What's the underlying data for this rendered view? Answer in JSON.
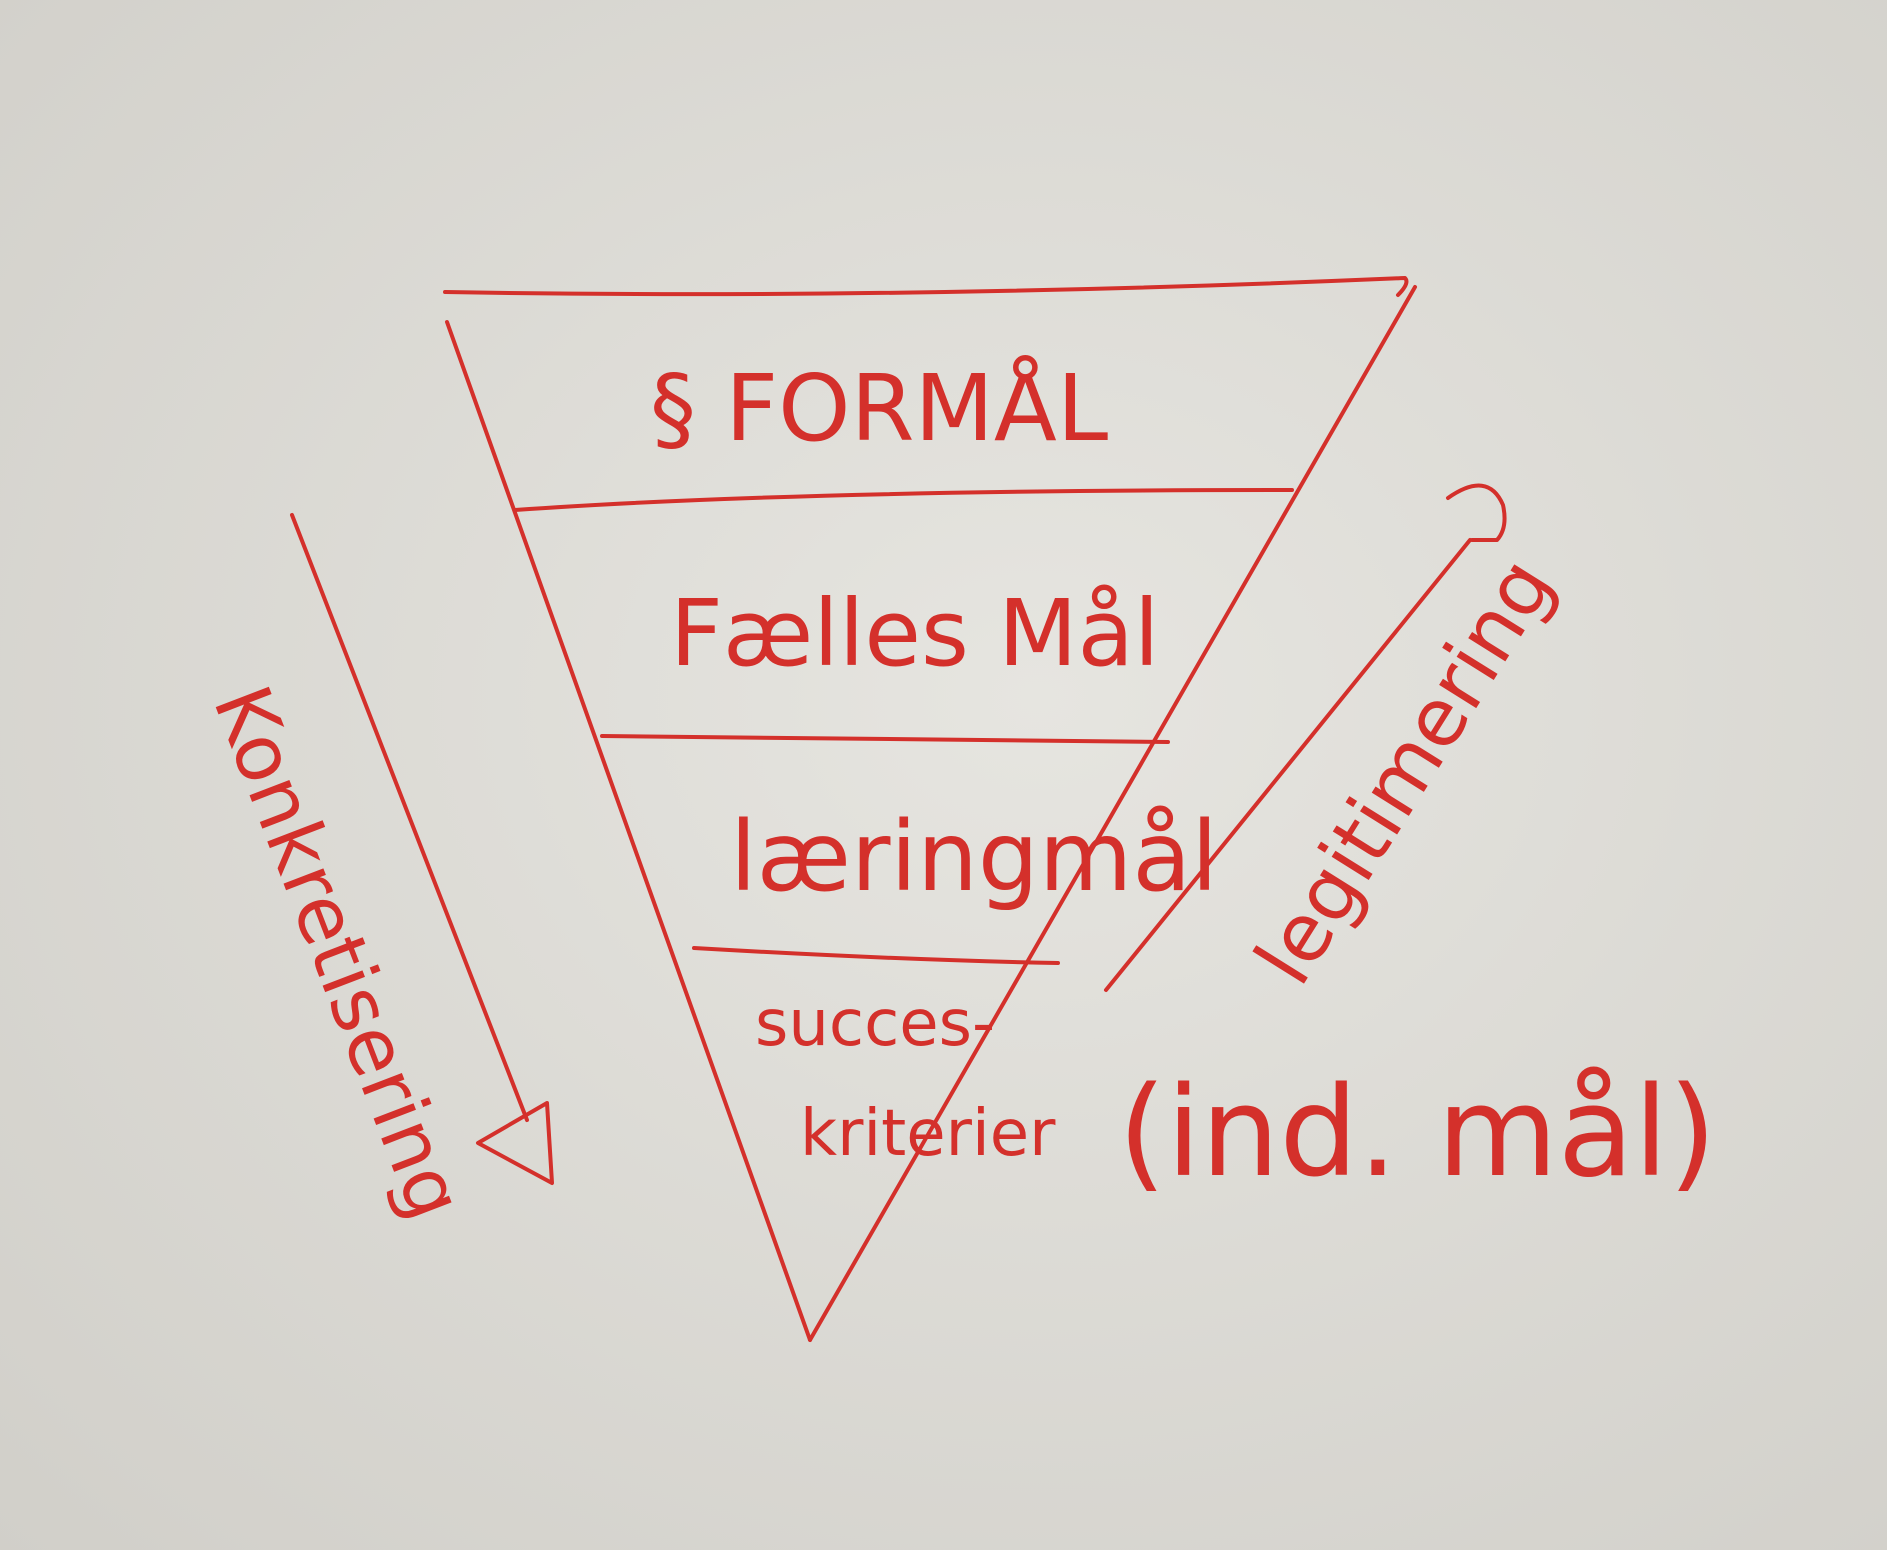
{
  "colors": {
    "marker": "#d4302b",
    "board_center": "#e6e5e0",
    "board_edge": "#cfcdc7"
  },
  "levels": [
    {
      "label": "§ FORMÅL"
    },
    {
      "label": "Fælles Mål"
    },
    {
      "label": "læringmål"
    },
    {
      "label_line1": "succes-",
      "label_line2": "kriterier"
    }
  ],
  "arrows": {
    "left_label": "Konkretisering",
    "right_label": "legitimering"
  },
  "side_note": "(ind. mål)"
}
